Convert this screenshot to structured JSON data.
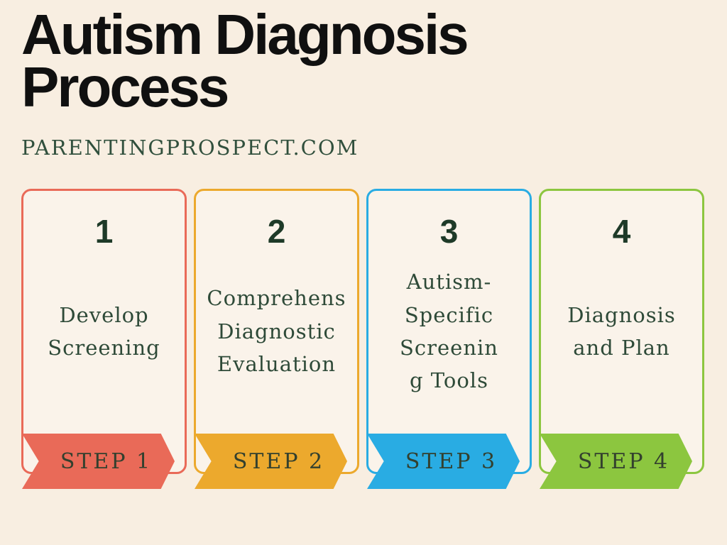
{
  "page": {
    "title": "Autism Diagnosis\nProcess",
    "website": "PARENTINGPROSPECT.COM"
  },
  "colors": {
    "background": "#F8EEE1",
    "card_background": "#FAF3EA",
    "title_text": "#101010",
    "website_text": "#31503D",
    "number_text": "#1E3A28",
    "description_text": "#2E4A38",
    "step_label_text": "#33402E",
    "step1_accent": "#E96A58",
    "step2_accent": "#ECA92D",
    "step3_accent": "#29ACE3",
    "step4_accent": "#8CC63F"
  },
  "cards": [
    {
      "number": "1",
      "description": "Develop\nScreening",
      "step_label": "STEP 1",
      "accent": "#E96A58"
    },
    {
      "number": "2",
      "description": "Comprehens\nDiagnostic\nEvaluation",
      "step_label": "STEP 2",
      "accent": "#ECA92D"
    },
    {
      "number": "3",
      "description": "Autism-\nSpecific\nScreenin\ng Tools",
      "step_label": "STEP 3",
      "accent": "#29ACE3"
    },
    {
      "number": "4",
      "description": "Diagnosis\nand Plan",
      "step_label": "STEP 4",
      "accent": "#8CC63F"
    }
  ]
}
